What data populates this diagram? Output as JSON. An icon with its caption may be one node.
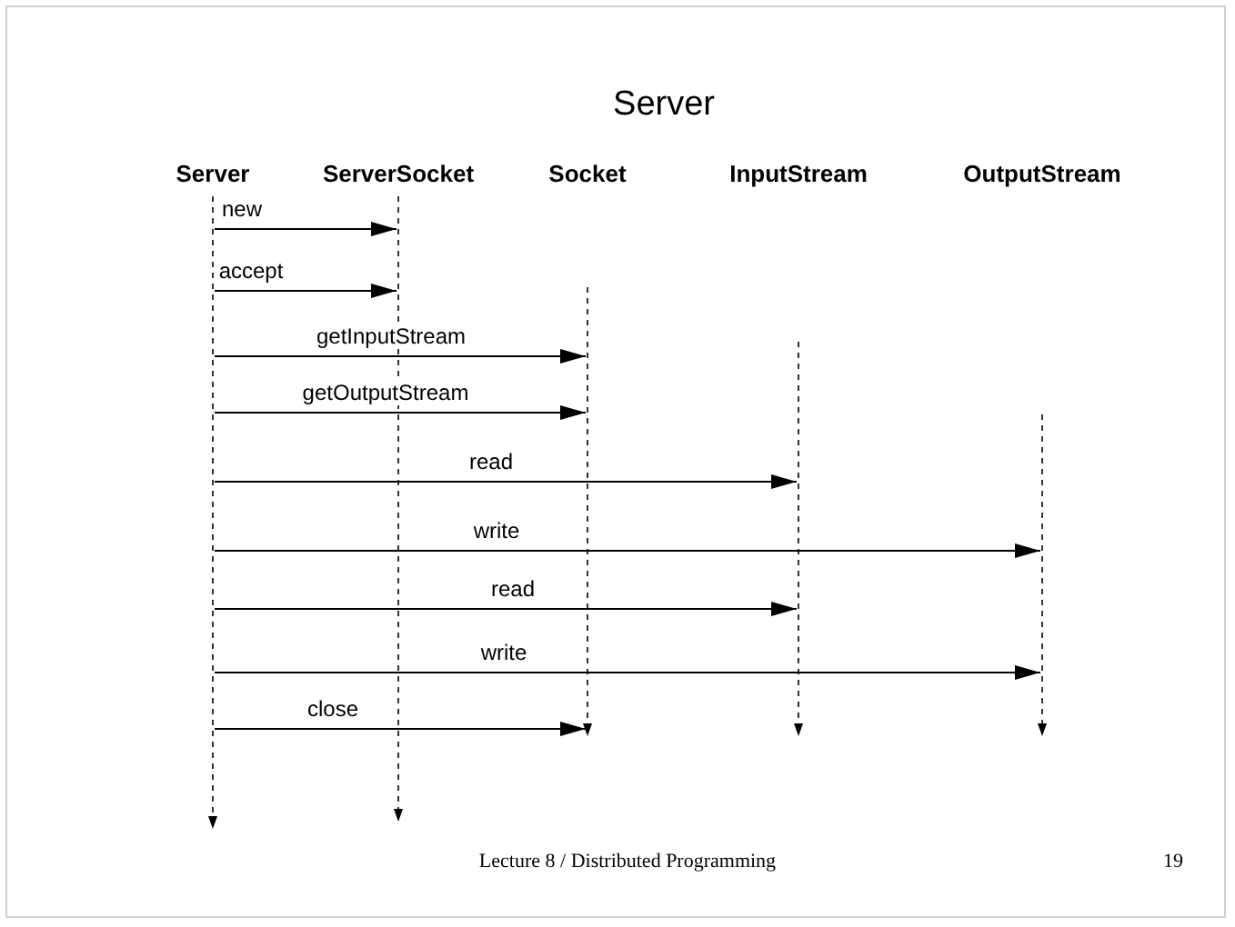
{
  "diagram": {
    "title": "Server",
    "nodes": [
      {
        "text": [],
        "shape": "line"
      },
      {
        "text": [],
        "shape": "line"
      },
      {
        "text": [],
        "shape": "line"
      },
      {
        "text": [],
        "shape": "line"
      },
      {
        "text": [],
        "shape": "line"
      }
    ],
    "edges": [
      {
        "from": 0,
        "to": 1,
        "arrow": "to",
        "label": "new"
      },
      {
        "from": 0,
        "to": 1,
        "arrow": "to",
        "label": "accept"
      },
      {
        "from": 0,
        "to": 2,
        "arrow": "to",
        "label": "getInputStream"
      },
      {
        "from": 0,
        "to": 2,
        "arrow": "to",
        "label": "getOutputStream"
      },
      {
        "from": 0,
        "to": 3,
        "arrow": "to",
        "label": "read"
      },
      {
        "from": 0,
        "to": 4,
        "arrow": "to",
        "label": "write"
      },
      {
        "from": 0,
        "to": 3,
        "arrow": "to",
        "label": "read"
      },
      {
        "from": 0,
        "to": 4,
        "arrow": "to",
        "label": "write"
      },
      {
        "from": 0,
        "to": 2,
        "arrow": "to",
        "label": "close"
      }
    ],
    "caption": "Lecture 8 / Distributed Programming",
    "labels": [
      "Server",
      "ServerSocket",
      "Socket",
      "InputStream",
      "OutputStream",
      "19"
    ]
  }
}
